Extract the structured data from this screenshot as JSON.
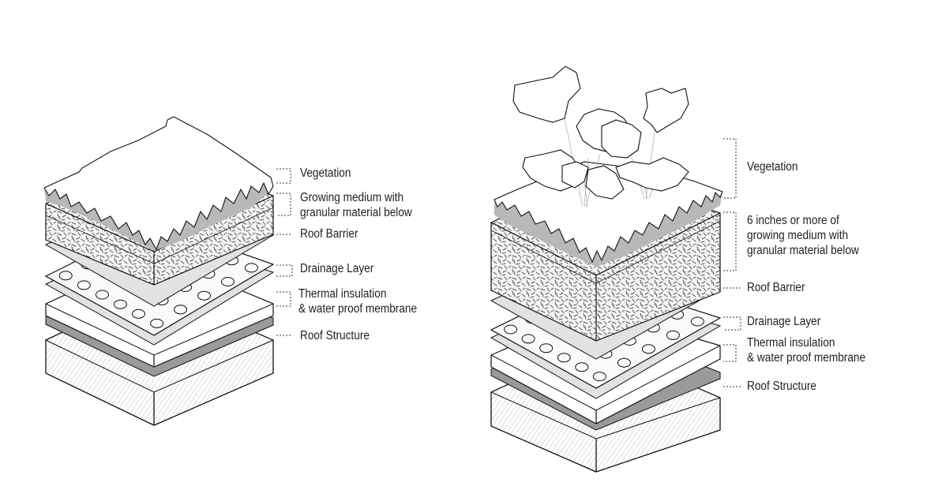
{
  "diagrams": [
    {
      "id": "extensive",
      "labels": [
        {
          "key": "vegetation",
          "text": [
            "Vegetation"
          ]
        },
        {
          "key": "growing-medium",
          "text": [
            "Growing medium with",
            "granular material below"
          ]
        },
        {
          "key": "roof-barrier",
          "text": [
            "Roof Barrier"
          ]
        },
        {
          "key": "drainage-layer",
          "text": [
            "Drainage Layer"
          ]
        },
        {
          "key": "thermal-insulation",
          "text": [
            "Thermal insulation",
            "& water proof membrane"
          ]
        },
        {
          "key": "roof-structure",
          "text": [
            "Roof Structure"
          ]
        }
      ]
    },
    {
      "id": "intensive",
      "labels": [
        {
          "key": "vegetation",
          "text": [
            "Vegetation"
          ]
        },
        {
          "key": "growing-medium",
          "text": [
            "6 inches or more of",
            "growing medium with",
            "granular material below"
          ]
        },
        {
          "key": "roof-barrier",
          "text": [
            "Roof Barrier"
          ]
        },
        {
          "key": "drainage-layer",
          "text": [
            "Drainage Layer"
          ]
        },
        {
          "key": "thermal-insulation",
          "text": [
            "Thermal insulation",
            "& water proof membrane"
          ]
        },
        {
          "key": "roof-structure",
          "text": [
            "Roof Structure"
          ]
        }
      ]
    }
  ],
  "colors": {
    "stroke": "#111111",
    "vegetation_edge": "#b8b8b8",
    "barrier": "#e2e2e2",
    "membrane": "#9a9a9a",
    "structure_hatch": "#c8c8c8",
    "medium_grain": "#555555",
    "text": "#222222"
  }
}
